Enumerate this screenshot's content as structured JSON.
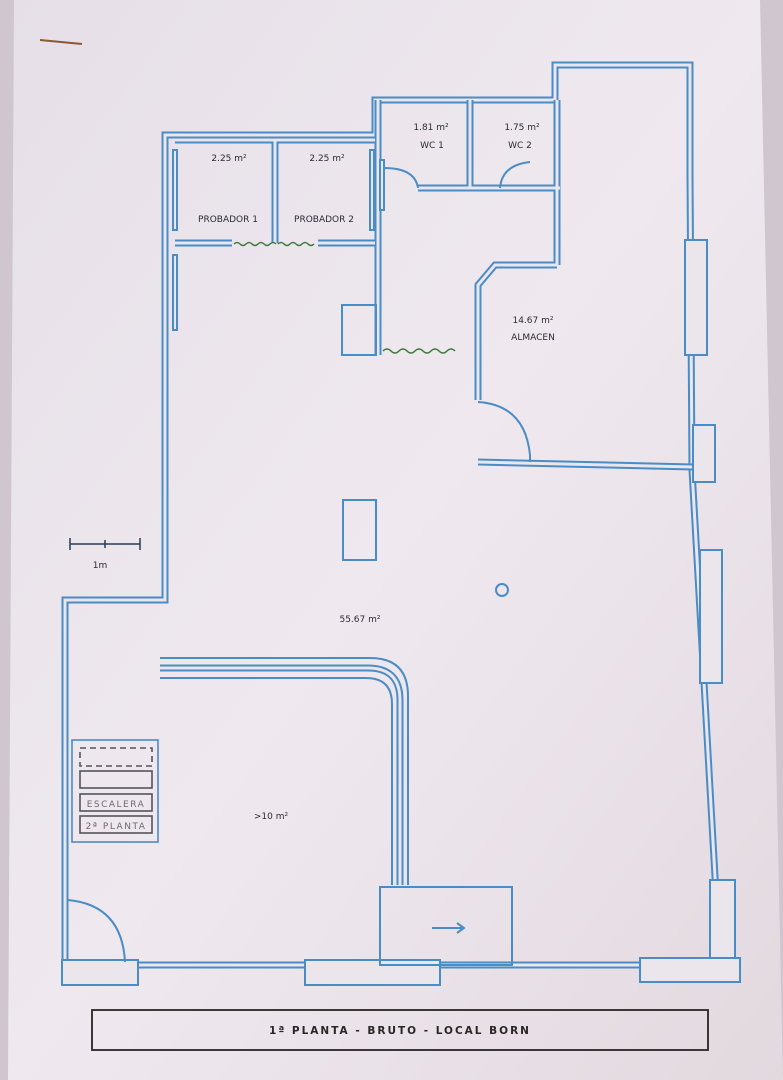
{
  "plan": {
    "title": "1ª PLANTA - BRUTO - LOCAL BORN",
    "scale_label": "1m",
    "rooms": [
      {
        "name": "PROBADOR 1",
        "area": "2.25 m²"
      },
      {
        "name": "PROBADOR 2",
        "area": "2.25 m²"
      },
      {
        "name": "WC 1",
        "area": "1.81 m²"
      },
      {
        "name": "WC 2",
        "area": "1.75 m²"
      },
      {
        "name": "ALMACEN",
        "area": "14.67 m²"
      },
      {
        "name": "",
        "area": "55.67 m²"
      },
      {
        "name": "",
        "area": ">10 m²"
      }
    ],
    "stairs": {
      "line1": "ESCALERA",
      "line2": "2ª PLANTA"
    },
    "colors": {
      "wall": "#4a8cc6",
      "paper": "#ebe5ec",
      "curtain": "#3f7a3c"
    }
  }
}
